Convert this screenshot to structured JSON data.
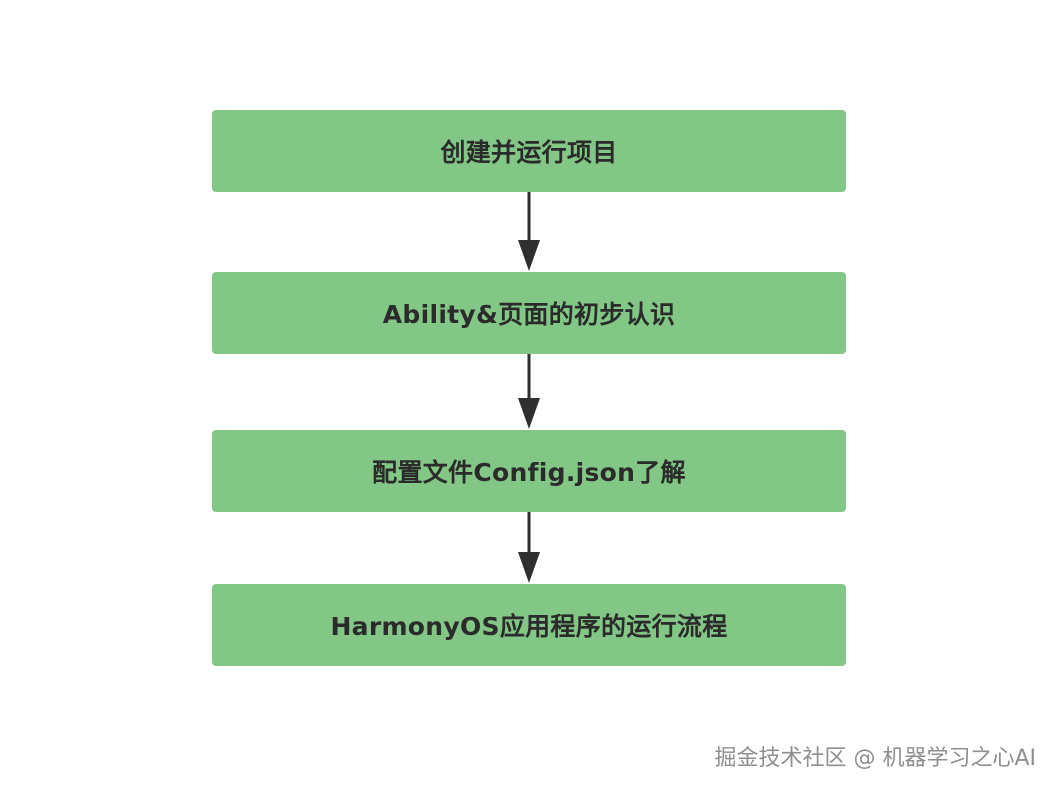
{
  "steps": [
    {
      "label": "创建并运行项目"
    },
    {
      "label": "Ability&页面的初步认识"
    },
    {
      "label": "配置文件Config.json了解"
    },
    {
      "label": "HarmonyOS应用程序的运行流程"
    }
  ],
  "watermark": "掘金技术社区 @ 机器学习之心AI",
  "colors": {
    "box_fill": "#82c785",
    "text": "#2b2b2b",
    "arrow": "#2f2f2f",
    "watermark": "#8f8f8f"
  }
}
